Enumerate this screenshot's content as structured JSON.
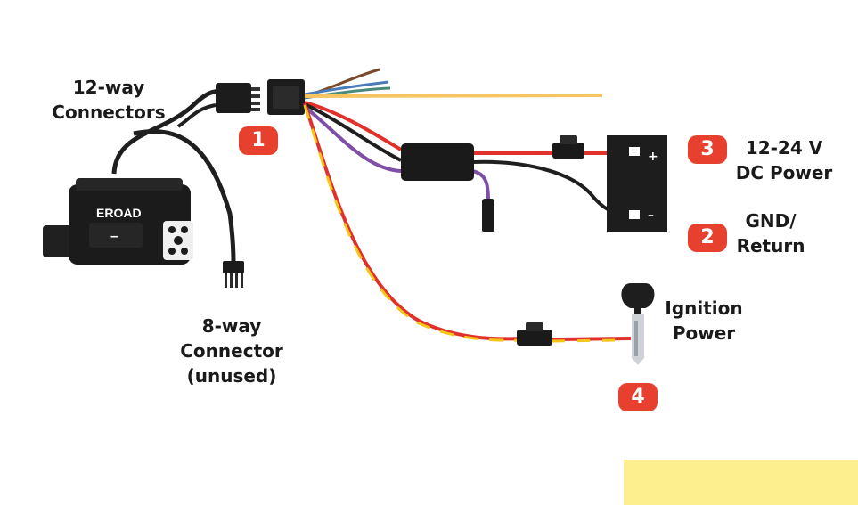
{
  "labels": {
    "connectors_12way": "12-way\nConnectors",
    "connector_8way": "8-way\nConnector\n(unused)",
    "dc_power": "12-24 V\nDC Power",
    "gnd_return": "GND/\nReturn",
    "ignition_power": "Ignition\nPower"
  },
  "badges": {
    "b1": "1",
    "b2": "2",
    "b3": "3",
    "b4": "4"
  },
  "device": {
    "brand": "EROAD",
    "minus": "–"
  },
  "battery": {
    "plus": "+",
    "minus": "–"
  },
  "colors": {
    "badge": "#e8402f",
    "wire_red": "#e0312a",
    "wire_yellow": "#f5c518",
    "wire_orange": "#f6c461",
    "wire_purple": "#7f4fa8",
    "wire_black": "#1f1f1f",
    "highlight_block": "#fdee8e"
  },
  "icons": [
    "ignition-key-icon",
    "fuse-icon",
    "battery-icon",
    "eroad-device-icon"
  ]
}
